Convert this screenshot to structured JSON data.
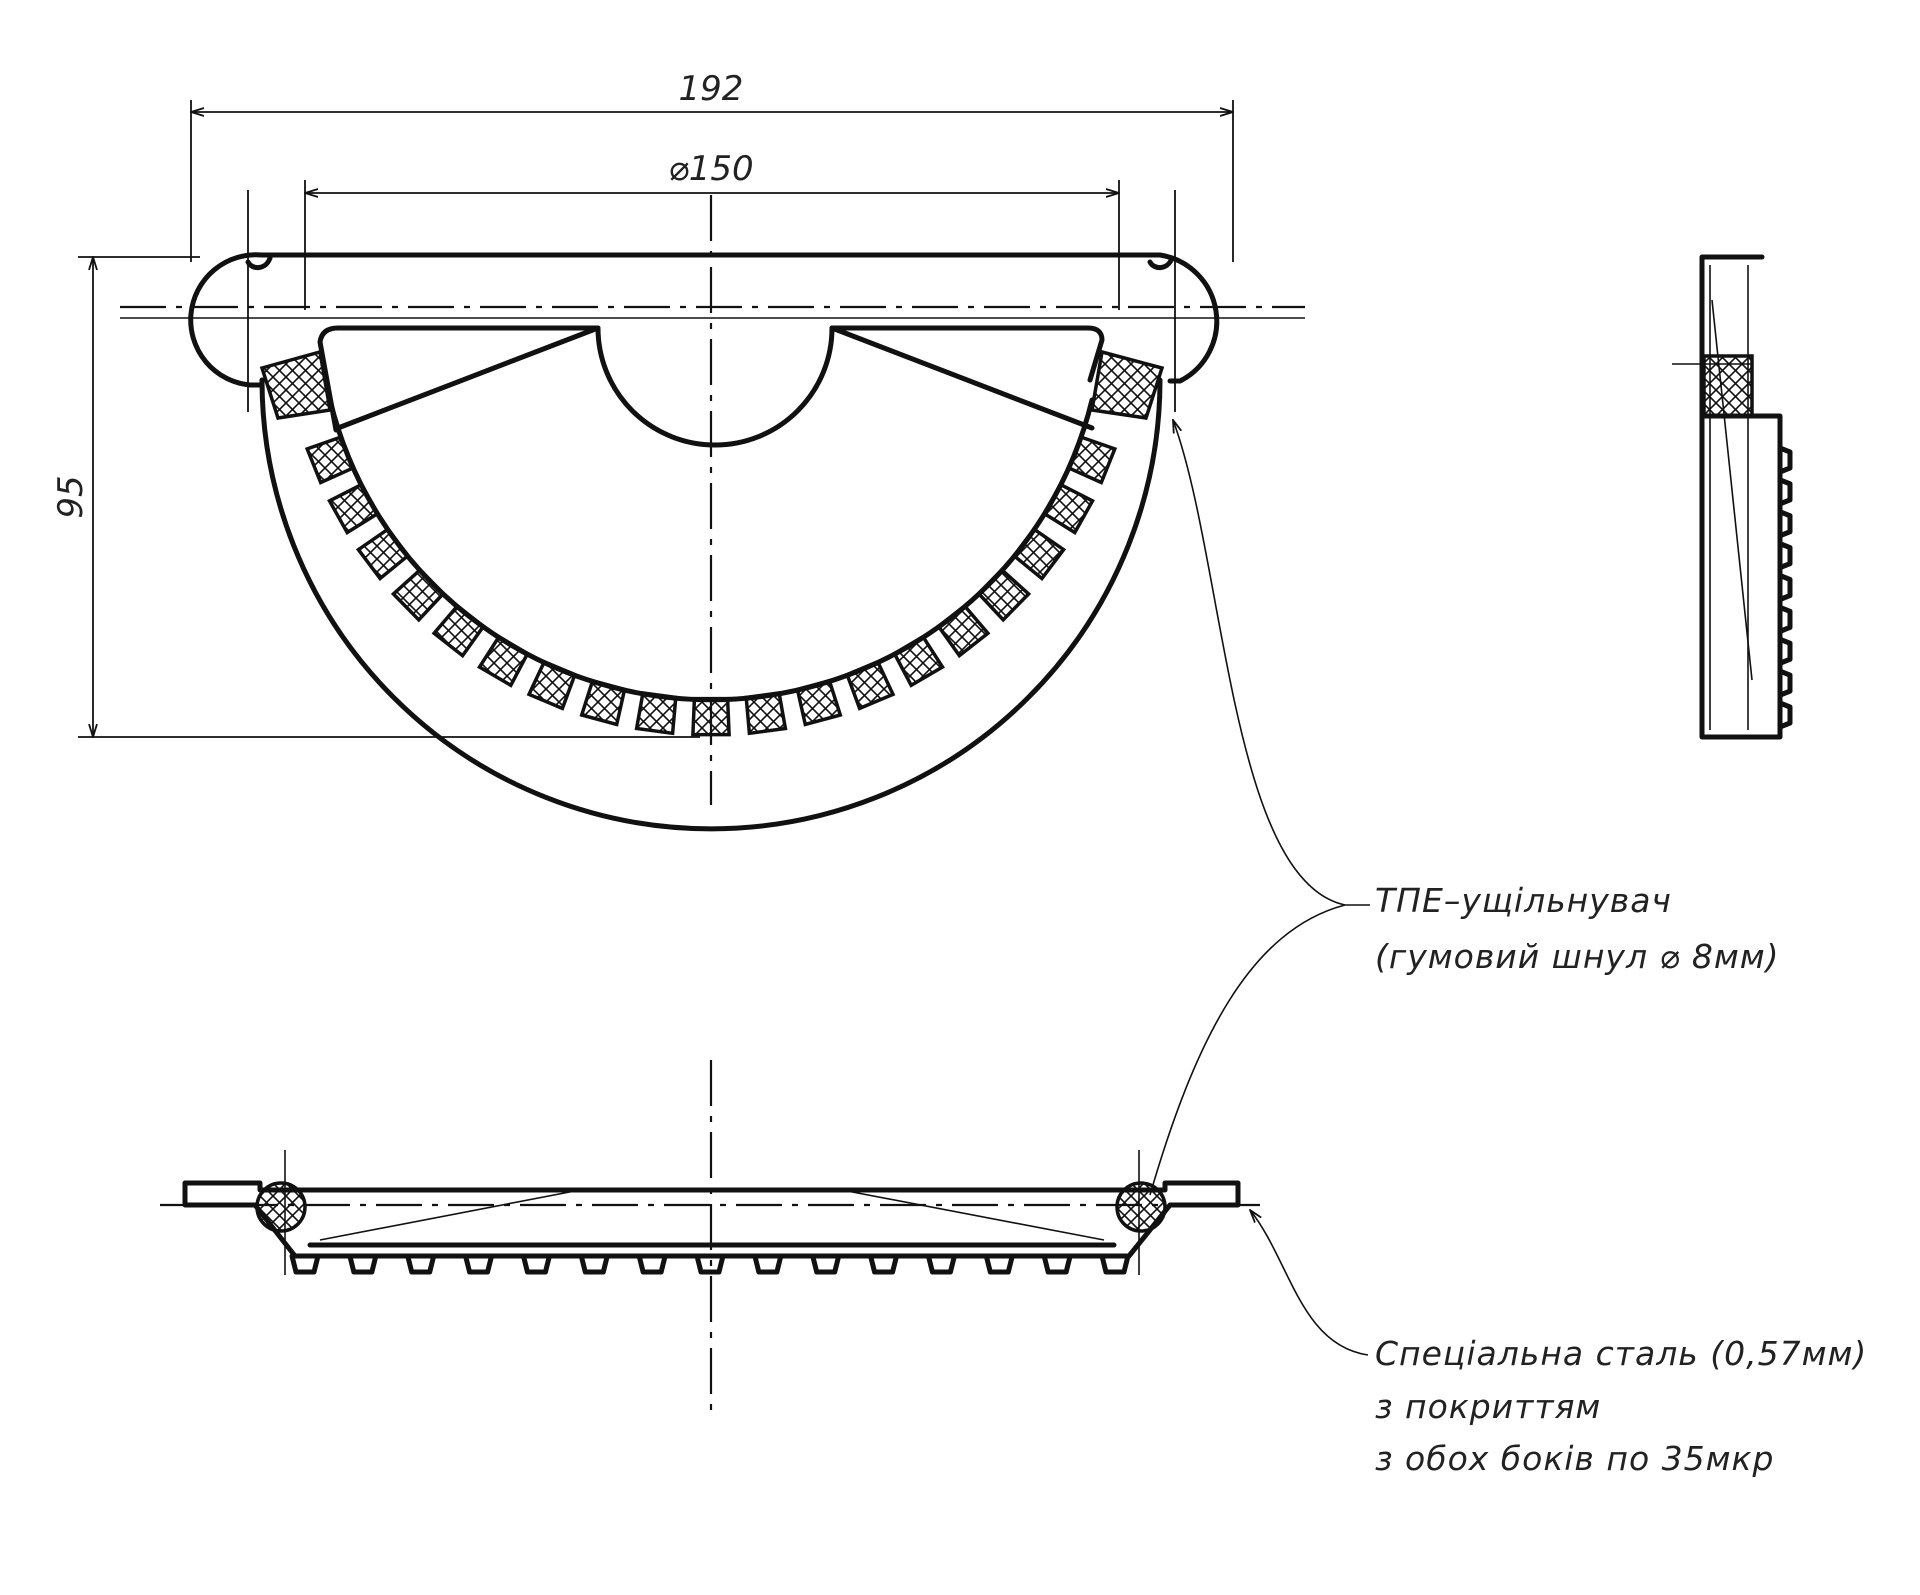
{
  "dimensions": {
    "overall_width": "192",
    "inner_diameter": "⌀150",
    "height": "95"
  },
  "notes": {
    "seal": {
      "line1": "ТПЕ–ущільнувач",
      "line2": "(гумовий шнул ⌀ 8мм)"
    },
    "steel": {
      "line1": "Спеціальна сталь (0,57мм)",
      "line2": "з покриттям",
      "line3": "з обох боків по 35мкр"
    }
  },
  "seal_segment_count": 19,
  "bottom_rib_count": 15,
  "side_teeth_count": 9
}
